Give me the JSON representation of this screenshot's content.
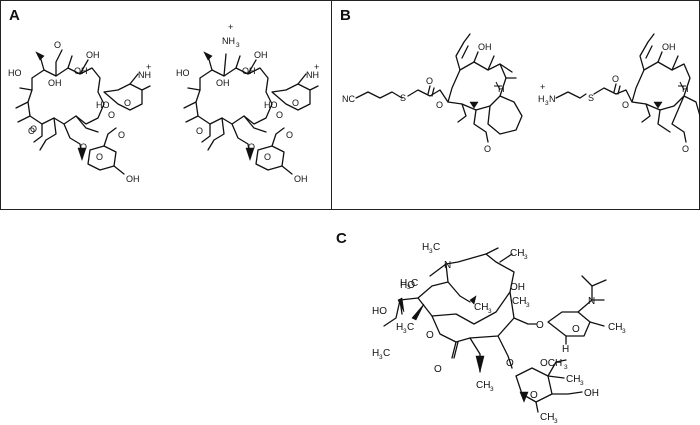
{
  "panels": [
    {
      "letter": "A"
    },
    {
      "letter": "B"
    },
    {
      "letter": "C"
    }
  ],
  "atom_labels": {
    "O": "O",
    "HO": "HO",
    "OH": "OH",
    "NH": "NH",
    "NH3": "NH",
    "three": "3",
    "plus": "+",
    "H": "H",
    "NC": "NC",
    "S": "S",
    "H3N": "H",
    "N": "N",
    "H3C": "H",
    "CH3": "CH",
    "C": "C",
    "OCH3": "OCH"
  }
}
